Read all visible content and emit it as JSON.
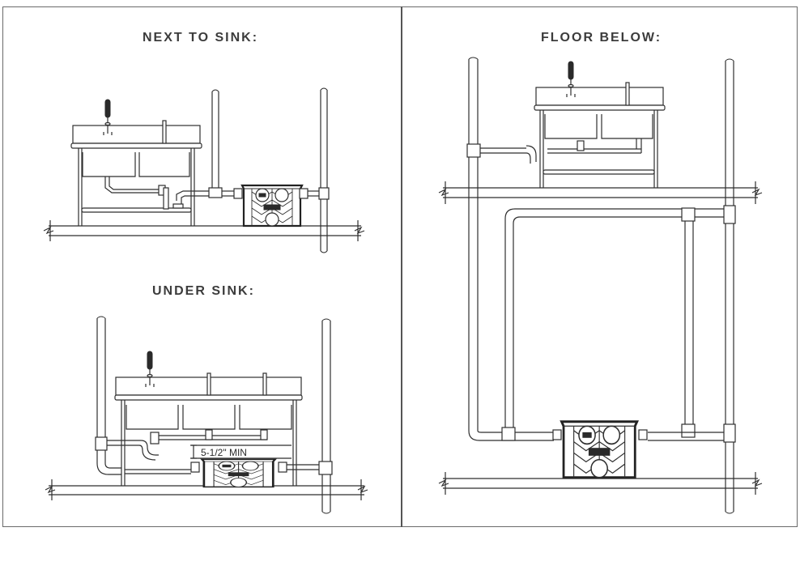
{
  "panels": {
    "next_to_sink": {
      "title": "NEXT TO SINK:"
    },
    "under_sink": {
      "title": "UNDER SINK:",
      "clearance_label": "5-1/2\" MIN"
    },
    "floor_below": {
      "title": "FLOOR BELOW:"
    }
  },
  "colors": {
    "line": "#2f2f2f",
    "frame": "#6a6a6a",
    "title": "#3c3c3c"
  }
}
